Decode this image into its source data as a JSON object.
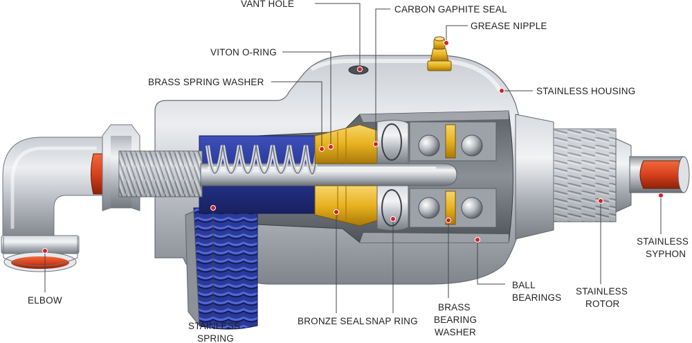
{
  "labels": {
    "vant_hole": "VANT HOLE",
    "carbon_seal": "CARBON GAPHITE SEAL",
    "grease_nipple": "GREASE NIPPLE",
    "viton_oring": "VITON O-RING",
    "brass_spring_washer": "BRASS SPRING WASHER",
    "stainless_housing": "STAINLESS HOUSING",
    "stainless_syphon_1": "STAINLESS",
    "stainless_syphon_2": "SYPHON",
    "stainless_rotor_1": "STAINLESS",
    "stainless_rotor_2": "ROTOR",
    "ball_bearings_1": "BALL",
    "ball_bearings_2": "BEARINGS",
    "brass_bearing_washer_1": "BRASS",
    "brass_bearing_washer_2": "BEARING",
    "brass_bearing_washer_3": "WASHER",
    "snap_ring": "SNAP RING",
    "bronze_seal": "BRONZE SEAL",
    "stainless_spring_1": "STAINLESS",
    "stainless_spring_2": "SPRING",
    "elbow": "ELBOW"
  },
  "colors": {
    "steel": "#b9bcc2",
    "steel_dark": "#6f747c",
    "steel_light": "#e4e6ea",
    "blue": "#2a3a9a",
    "brass": "#e7b21e",
    "copper": "#d8401c",
    "leader_dot": "#d61f26"
  }
}
